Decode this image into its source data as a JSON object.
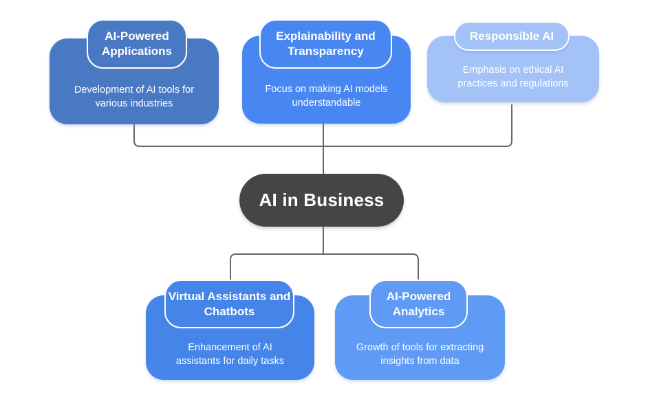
{
  "diagram": {
    "center": {
      "label": "AI in Business"
    },
    "branches": [
      {
        "id": "ai-powered-applications",
        "title": "AI-Powered Applications",
        "description": "Development of AI tools for various industries",
        "color": "#4A79C4"
      },
      {
        "id": "explainability-and-transparency",
        "title": "Explainability and Transparency",
        "description": "Focus on making AI models understandable",
        "color": "#4887F2"
      },
      {
        "id": "responsible-ai",
        "title": "Responsible AI",
        "description": "Emphasis on ethical AI practices and regulations",
        "color": "#A2C2F8"
      },
      {
        "id": "virtual-assistants-and-chatbots",
        "title": "Virtual Assistants and Chatbots",
        "description": "Enhancement of AI assistants for daily tasks",
        "color": "#4584E8"
      },
      {
        "id": "ai-powered-analytics",
        "title": "AI-Powered Analytics",
        "description": "Growth of tools for extracting insights from data",
        "color": "#5F9AF5"
      }
    ],
    "colors": {
      "center_bg": "#454545",
      "connector": "#666666",
      "node_text": "#FFFFFF",
      "background": "#FFFFFF"
    }
  }
}
